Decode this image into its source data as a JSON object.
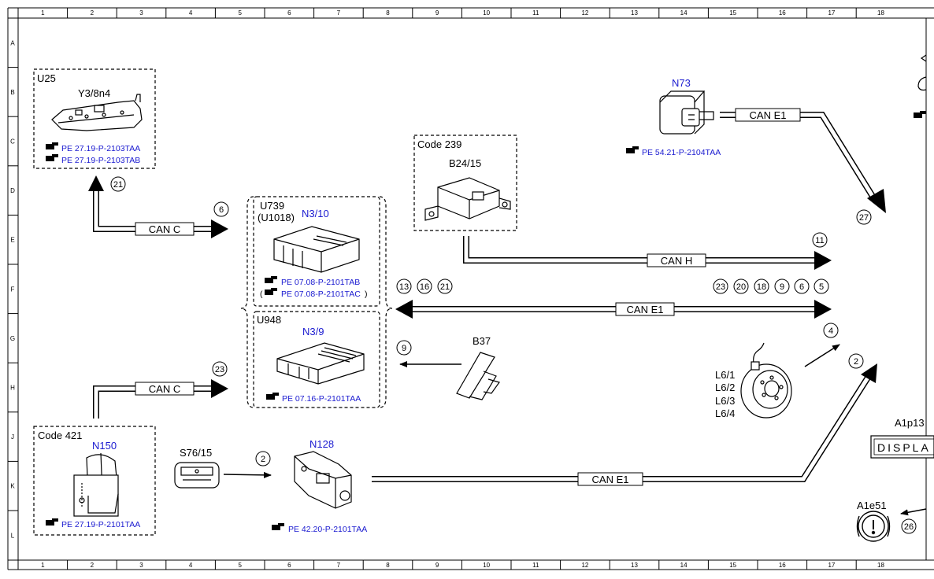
{
  "grid": {
    "columns": [
      "1",
      "2",
      "3",
      "4",
      "5",
      "6",
      "7",
      "8",
      "9",
      "10",
      "11",
      "12",
      "13",
      "14",
      "15",
      "16",
      "17",
      "18"
    ],
    "rows": [
      "A",
      "B",
      "C",
      "D",
      "E",
      "F",
      "G",
      "H",
      "J",
      "K",
      "L"
    ]
  },
  "components": {
    "u25": {
      "box_label": "U25",
      "name": "Y3/8n4",
      "refs": [
        "PE 27.19-P-2103TAA",
        "PE 27.19-P-2103TAB"
      ]
    },
    "code239": {
      "box_label": "Code 239",
      "name": "B24/15"
    },
    "u739": {
      "box_label": "U739",
      "alt_label": "(U1018)",
      "name": "N3/10",
      "ref1": "PE 07.08-P-2101TAB",
      "ref2": "PE 07.08-P-2101TAC",
      "paren_open": "(",
      "paren_close": ")"
    },
    "u948": {
      "box_label": "U948",
      "name": "N3/9",
      "ref": "PE 07.16-P-2101TAA"
    },
    "n73": {
      "name": "N73",
      "ref": "PE 54.21-P-2104TAA"
    },
    "b37": {
      "name": "B37"
    },
    "code421": {
      "box_label": "Code 421",
      "name": "N150",
      "ref": "PE 27.19-P-2101TAA"
    },
    "s76": {
      "name": "S76/15"
    },
    "n128": {
      "name": "N128",
      "ref": "PE 42.20-P-2101TAA"
    },
    "wheel": {
      "labels": [
        "L6/1",
        "L6/2",
        "L6/3",
        "L6/4"
      ]
    },
    "a1p13": {
      "name": "A1p13",
      "display": "DISPLA"
    },
    "a1e51": {
      "name": "A1e51"
    }
  },
  "buses": {
    "can_c_top": "CAN C",
    "can_c_bottom": "CAN C",
    "can_h": "CAN H",
    "can_e1_middle": "CAN E1",
    "can_e1_top": "CAN E1",
    "can_e1_bottom": "CAN E1"
  },
  "circled_refs": {
    "c21_u25": "21",
    "c6": "6",
    "c23": "23",
    "c27": "27",
    "c11": "11",
    "left_group": [
      "13",
      "16",
      "21"
    ],
    "right_group": [
      "23",
      "20",
      "18",
      "9",
      "6",
      "5"
    ],
    "c9": "9",
    "c4": "4",
    "c2_right": "2",
    "c2_s76": "2",
    "c26": "26"
  }
}
